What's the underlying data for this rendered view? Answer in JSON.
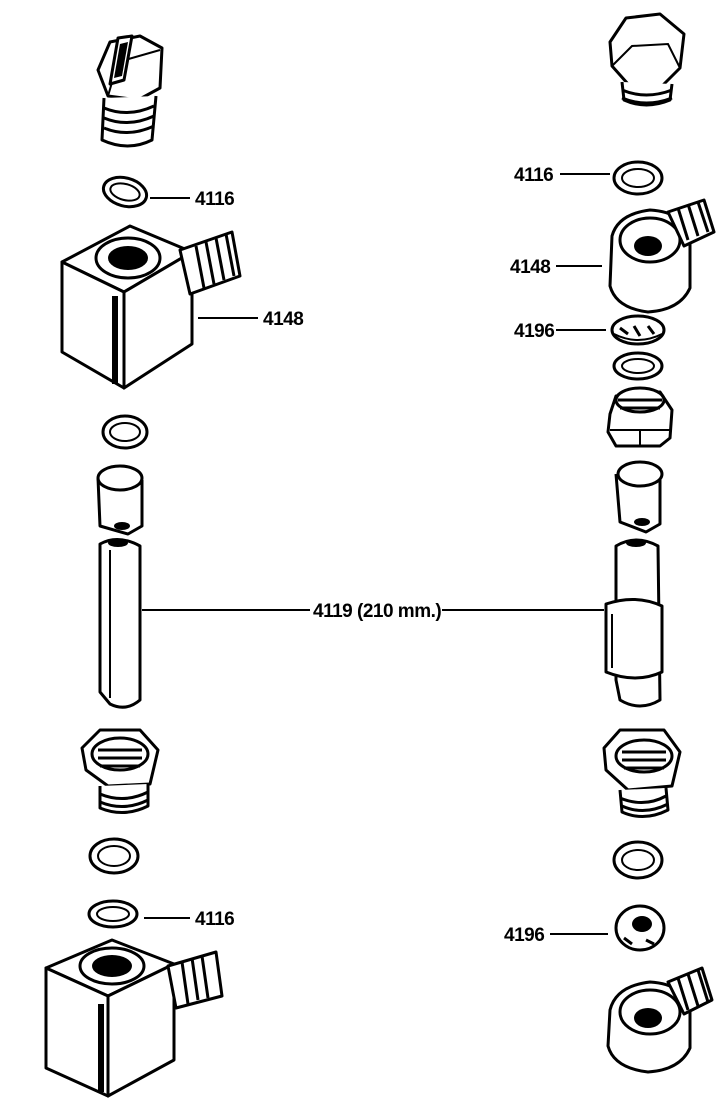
{
  "labels": {
    "left_top_washer": "4116",
    "left_block": "4148",
    "pipe": "4119 (210 mm.)",
    "left_bottom_washer": "4116",
    "right_top_washer": "4116",
    "right_banjo": "4148",
    "right_filter": "4196",
    "right_bottom_filter": "4196"
  },
  "icons": {
    "bolt_slotted": "slotted-bolt-icon",
    "bolt_hex": "hex-bolt-icon",
    "washer": "washer-icon",
    "block": "square-union-block-icon",
    "banjo": "banjo-fitting-icon",
    "pipe": "pipe-icon",
    "nut": "hex-nut-icon"
  }
}
